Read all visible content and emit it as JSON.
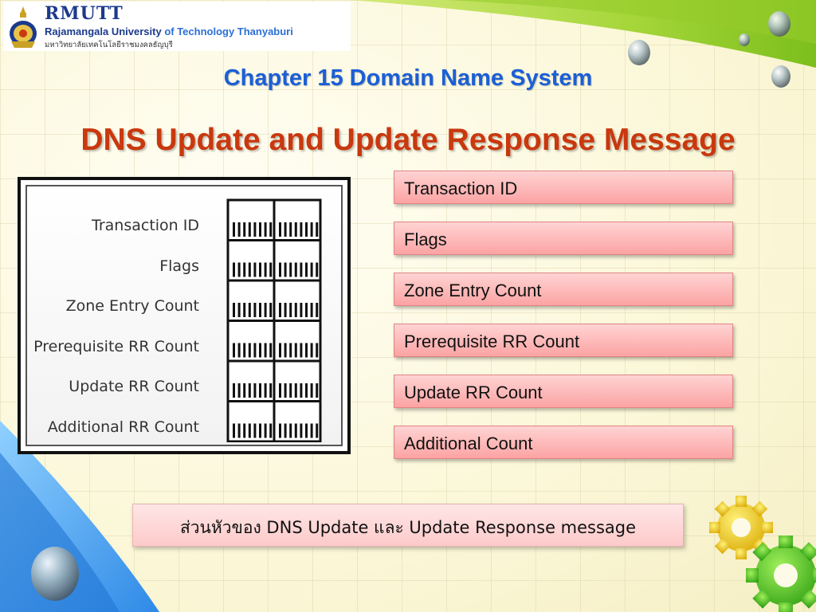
{
  "logo": {
    "name": "RMUTT",
    "line_a": "Rajamangala University",
    "line_b": "of  Technology Thanyaburi",
    "thai": "มหาวิทยาลัยเทคโนโลยีราชมงคลธัญบุรี"
  },
  "chapter_title": "Chapter 15 Domain Name System",
  "main_title": "DNS Update and Update Response Message",
  "diagram": {
    "labels": [
      "Transaction ID",
      "Flags",
      "Zone Entry Count",
      "Prerequisite RR Count",
      "Update RR Count",
      "Additional RR Count"
    ]
  },
  "fields": [
    "Transaction ID",
    "Flags",
    "Zone Entry Count",
    "Prerequisite RR Count",
    "Update RR Count",
    "Additional Count"
  ],
  "caption": "ส่วนหัวของ DNS Update และ Update Response message",
  "colors": {
    "chapter_title": "#1b5fd6",
    "main_title": "#c9380e",
    "box_fill": "#fca3a3",
    "swoosh_green": "#8ccc2a",
    "swoosh_blue": "#4aa3f0"
  },
  "icons": [
    "university-emblem-icon",
    "water-drop-icon",
    "gear-icon"
  ]
}
